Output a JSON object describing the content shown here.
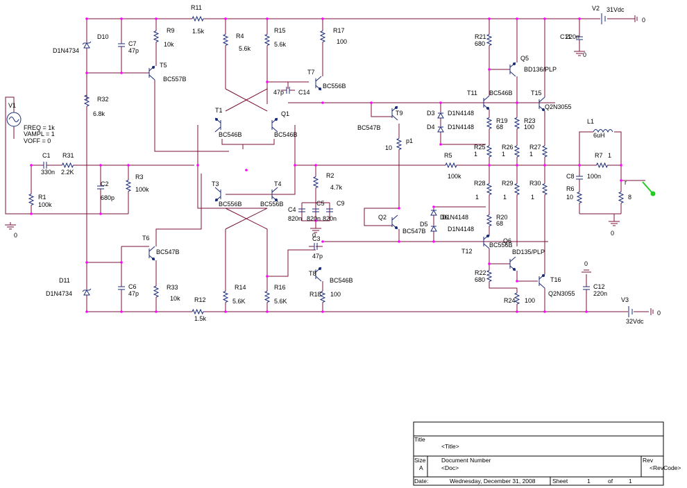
{
  "schematic": {
    "wire_color": "#7a0f3a",
    "node_color": "#ff00ff",
    "device_color": "#1a2a7a",
    "probe_color": "#22cc22",
    "ground_labels": [
      "0",
      "0",
      "0",
      "0",
      "0",
      "0",
      "0"
    ],
    "parts": {
      "R11": {
        "ref": "R11",
        "val": "1.5k"
      },
      "R9": {
        "ref": "R9",
        "val": "10k"
      },
      "R4": {
        "ref": "R4",
        "val": "5.6k"
      },
      "R15": {
        "ref": "R15",
        "val": "5.6k"
      },
      "R17": {
        "ref": "R17",
        "val": "100"
      },
      "R21": {
        "ref": "R21",
        "val": "680"
      },
      "C11": {
        "ref": "C11",
        "val": "220n"
      },
      "V2": {
        "ref": "V2",
        "val": "31Vdc"
      },
      "D10": {
        "ref": "D10",
        "val": "D1N4734"
      },
      "C7": {
        "ref": "C7",
        "val": "47p"
      },
      "T5": {
        "ref": "T5",
        "val": "BC557B"
      },
      "T7": {
        "ref": "T7",
        "val": "BC556B"
      },
      "C14": {
        "ref": "C14",
        "val": "47p"
      },
      "Q5": {
        "ref": "Q5",
        "val": "BD136/PLP"
      },
      "T11": {
        "ref": "T11",
        "val": "BC546B"
      },
      "T15": {
        "ref": "T15",
        "val": "Q2N3055"
      },
      "R32": {
        "ref": "R32",
        "val": "6.8k"
      },
      "V1": {
        "ref": "V1",
        "freq": "FREQ = 1k",
        "vampl": "VAMPL = 1",
        "voff": "VOFF = 0"
      },
      "T1": {
        "ref": "T1",
        "val": "BC546B"
      },
      "Q1": {
        "ref": "Q1",
        "val": "BC546B"
      },
      "T9": {
        "ref": "T9",
        "val": "BC547B"
      },
      "D3": {
        "ref": "D3",
        "val": "D1N4148"
      },
      "D4": {
        "ref": "D4",
        "val": "D1N4148"
      },
      "R19": {
        "ref": "R19",
        "val": "68"
      },
      "R23": {
        "ref": "R23",
        "val": "100"
      },
      "L1": {
        "ref": "L1",
        "val": "6uH"
      },
      "C1": {
        "ref": "C1",
        "val": "330n"
      },
      "R31": {
        "ref": "R31",
        "val": "2.2K"
      },
      "R1": {
        "ref": "R1",
        "val": "100k"
      },
      "C2": {
        "ref": "C2",
        "val": "680p"
      },
      "R3": {
        "ref": "R3",
        "val": "100k"
      },
      "p1": {
        "ref": "p1",
        "val": "10"
      },
      "R5": {
        "ref": "R5",
        "val": "100k"
      },
      "R25": {
        "ref": "R25",
        "val": "1"
      },
      "R26": {
        "ref": "R26",
        "val": "1"
      },
      "R27": {
        "ref": "R27",
        "val": "1"
      },
      "R7": {
        "ref": "R7",
        "val": "1"
      },
      "C8": {
        "ref": "C8",
        "val": "100n"
      },
      "R6": {
        "ref": "R6",
        "val": "10"
      },
      "r": {
        "ref": "r",
        "val": "8"
      },
      "T3": {
        "ref": "T3",
        "val": "BC556B"
      },
      "T4": {
        "ref": "T4",
        "val": "BC556B"
      },
      "R2": {
        "ref": "R2",
        "val": "4.7k"
      },
      "C4": {
        "ref": "C4",
        "val": "820n"
      },
      "C5": {
        "ref": "C5",
        "val": "820n"
      },
      "C9": {
        "ref": "C9",
        "val": "820n"
      },
      "R28": {
        "ref": "R28",
        "val": "1"
      },
      "R29": {
        "ref": "R29",
        "val": "1"
      },
      "R30": {
        "ref": "R30",
        "val": "1"
      },
      "Q2": {
        "ref": "Q2",
        "val": "BC547B"
      },
      "D5": {
        "ref": "D5",
        "val": "D1N4148"
      },
      "D6": {
        "ref": "D6",
        "val": "D1N4148"
      },
      "R20": {
        "ref": "R20",
        "val": "68"
      },
      "T6": {
        "ref": "T6",
        "val": "BC547B"
      },
      "C3": {
        "ref": "C3",
        "val": "47p"
      },
      "T12": {
        "ref": "T12",
        "val": "BC556B"
      },
      "Q6": {
        "ref": "Q6",
        "val": "BD135/PLP"
      },
      "T8": {
        "ref": "T8",
        "val": "BC546B"
      },
      "R22": {
        "ref": "R22",
        "val": "680"
      },
      "T16": {
        "ref": "T16",
        "val": "Q2N3055"
      },
      "C12": {
        "ref": "C12",
        "val": "220n"
      },
      "D11": {
        "ref": "D11",
        "val": "D1N4734"
      },
      "C6": {
        "ref": "C6",
        "val": "47p"
      },
      "R33": {
        "ref": "R33",
        "val": "10k"
      },
      "R14": {
        "ref": "R14",
        "val": "5.6K"
      },
      "R16": {
        "ref": "R16",
        "val": "5.6K"
      },
      "R18": {
        "ref": "R18",
        "val": "100"
      },
      "R24": {
        "ref": "R24",
        "val": "100"
      },
      "R12": {
        "ref": "R12",
        "val": "1.5k"
      },
      "V3": {
        "ref": "V3",
        "val": "32Vdc"
      }
    }
  },
  "title_block": {
    "title_label": "Title",
    "title_value": "<Title>",
    "size_label": "Size",
    "size_value": "A",
    "docnum_label": "Document Number",
    "docnum_value": "<Doc>",
    "rev_label": "Rev",
    "rev_value": "<RevCode>",
    "date_label": "Date:",
    "date_value": "Wednesday, December 31, 2008",
    "sheet_label": "Sheet",
    "sheet_value": "1",
    "of_label": "of",
    "of_value": "1"
  }
}
